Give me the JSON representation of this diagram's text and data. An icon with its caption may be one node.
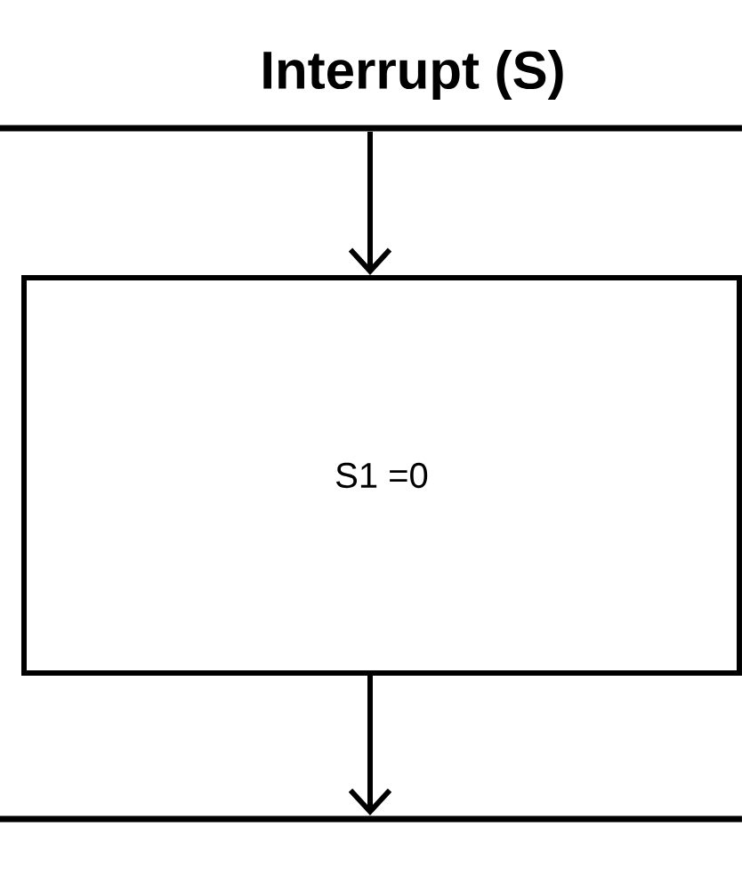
{
  "diagram": {
    "title": "Interrupt (S)",
    "nodes": [
      {
        "text": [],
        "shape": "bar"
      },
      {
        "text": [
          "S1 =0"
        ]
      },
      {
        "text": [],
        "shape": "bar"
      }
    ],
    "edges": [
      {
        "from": 0,
        "to": 1,
        "arrow": "to"
      },
      {
        "from": 1,
        "to": 2,
        "arrow": "to"
      }
    ]
  }
}
